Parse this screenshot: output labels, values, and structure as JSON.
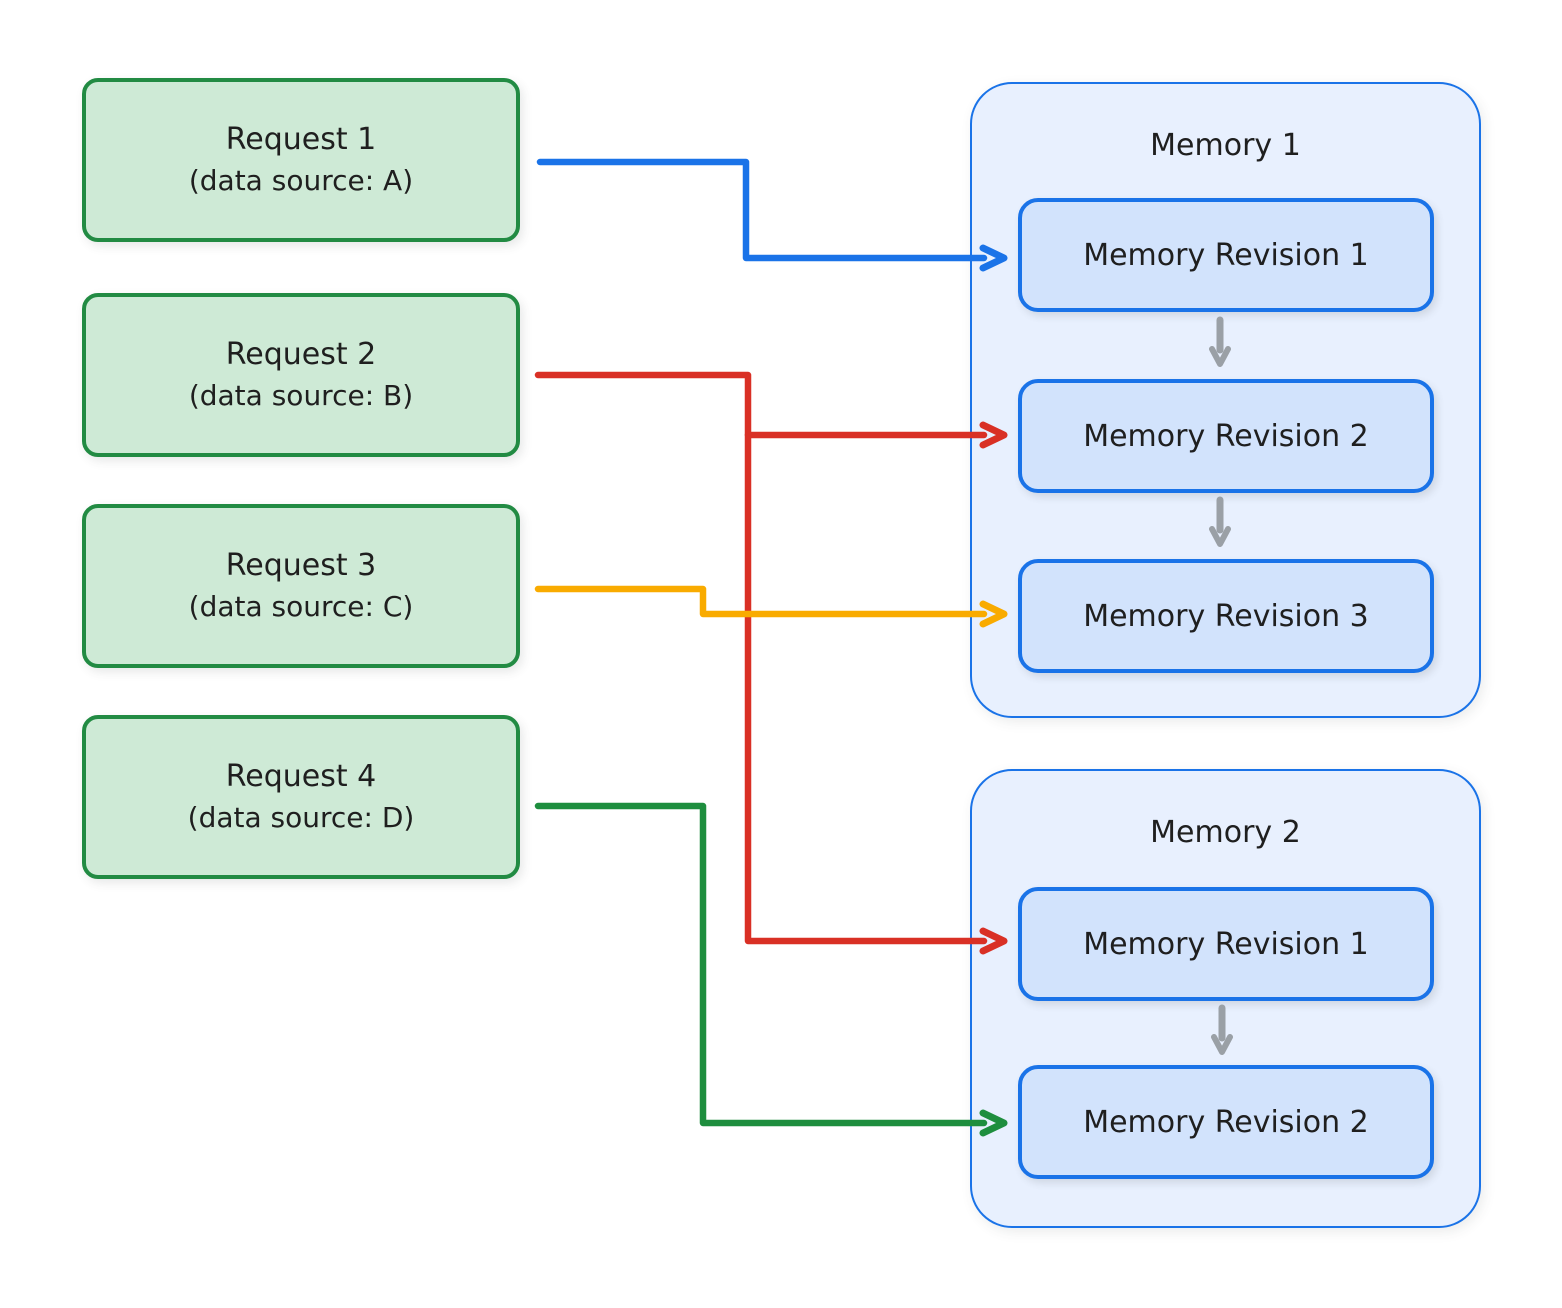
{
  "requests": [
    {
      "title": "Request 1",
      "subtitle": "(data source: A)"
    },
    {
      "title": "Request 2",
      "subtitle": "(data source: B)"
    },
    {
      "title": "Request 3",
      "subtitle": "(data source: C)"
    },
    {
      "title": "Request 4",
      "subtitle": "(data source: D)"
    }
  ],
  "memories": [
    {
      "title": "Memory 1",
      "revisions": [
        "Memory Revision 1",
        "Memory Revision 2",
        "Memory Revision 3"
      ]
    },
    {
      "title": "Memory 2",
      "revisions": [
        "Memory Revision 1",
        "Memory Revision 2"
      ]
    }
  ],
  "connections": [
    {
      "from": "Request 1 (data source: A)",
      "to": "Memory 1 / Memory Revision 1",
      "color_name": "blue"
    },
    {
      "from": "Request 2 (data source: B)",
      "to": "Memory 1 / Memory Revision 2",
      "color_name": "red"
    },
    {
      "from": "Request 2 (data source: B)",
      "to": "Memory 2 / Memory Revision 1",
      "color_name": "red"
    },
    {
      "from": "Request 3 (data source: C)",
      "to": "Memory 1 / Memory Revision 3",
      "color_name": "yellow"
    },
    {
      "from": "Request 4 (data source: D)",
      "to": "Memory 2 / Memory Revision 2",
      "color_name": "green"
    }
  ],
  "colors": {
    "canvas_bg": "#ffffff",
    "text": "#1f1f1f",
    "request_border": "#228b43",
    "request_fill": "#ceead6",
    "memory_border": "#1a73e8",
    "memory_fill": "#e8f0fe",
    "revision_border": "#1a73e8",
    "revision_fill": "#d2e3fc",
    "arrow_blue": "#1a73e8",
    "arrow_red": "#d93025",
    "arrow_yellow": "#f9ab00",
    "arrow_green": "#1e8e3e",
    "arrow_gray": "#9aa0a6"
  }
}
